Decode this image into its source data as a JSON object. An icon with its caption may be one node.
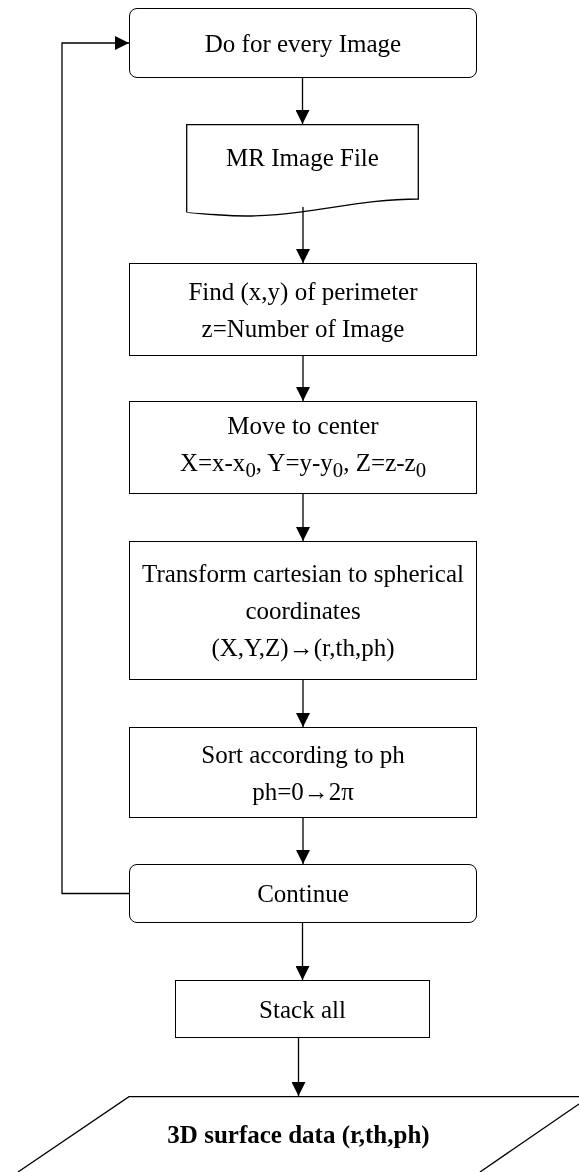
{
  "diagram": {
    "nodes": [
      {
        "text": [
          "Do for every Image"
        ]
      },
      {
        "text": [
          "MR Image File"
        ]
      },
      {
        "text": [
          "Find (x,y) of perimeter",
          "z=Number of Image"
        ]
      },
      {
        "text": [
          "Move to center",
          "X=x-x$_{0}$, Y=y-y$_{0}$, Z=z-z$_{0}$"
        ]
      },
      {
        "text": [
          "Transform cartesian to spherical coordinates",
          "(X,Y,Z)→(r,th,ph)"
        ]
      },
      {
        "text": [
          "Sort according to ph",
          "ph=0→2π"
        ]
      },
      {
        "text": [
          "Continue"
        ]
      },
      {
        "text": [
          "Stack all"
        ]
      },
      {
        "text": [
          "3D surface data (r,th,ph)"
        ]
      }
    ],
    "edges": [
      {
        "from": 0,
        "to": 1,
        "arrow": "to"
      },
      {
        "from": 1,
        "to": 2,
        "arrow": "to"
      },
      {
        "from": 2,
        "to": 3,
        "arrow": "to"
      },
      {
        "from": 3,
        "to": 4,
        "arrow": "to"
      },
      {
        "from": 4,
        "to": 5,
        "arrow": "to"
      },
      {
        "from": 5,
        "to": 6,
        "arrow": "to"
      },
      {
        "from": 6,
        "to": 7,
        "arrow": "to"
      },
      {
        "from": 7,
        "to": 8,
        "arrow": "to"
      },
      {
        "from": 6,
        "to": 0,
        "arrow": "to"
      }
    ]
  }
}
